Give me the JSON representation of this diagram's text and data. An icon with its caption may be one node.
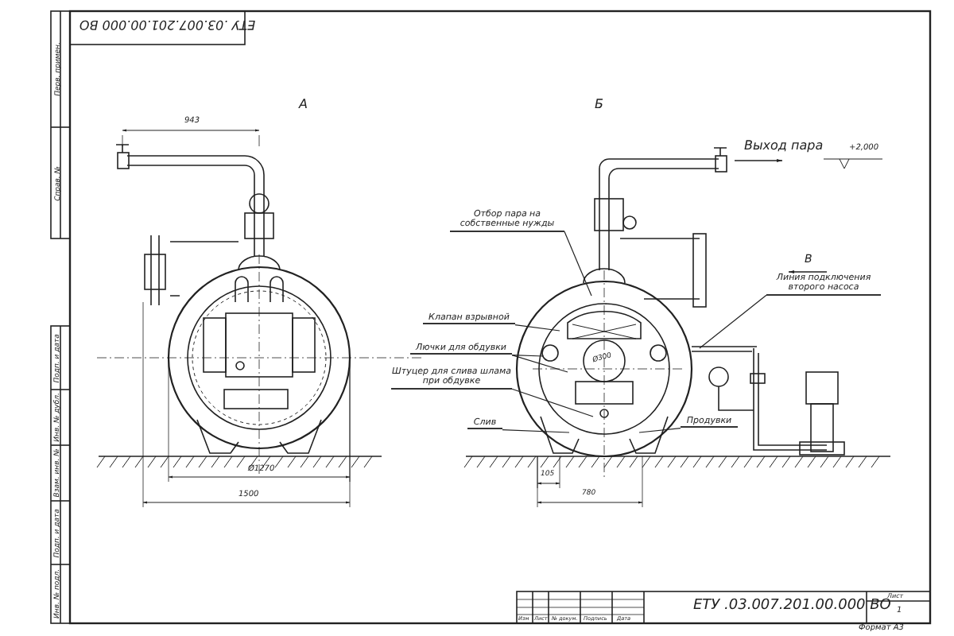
{
  "diagram": {
    "nodes": [
      {
        "text": [
          "Отбор пара на собственные нужды"
        ]
      },
      {
        "text": [
          "Клапан взрывной"
        ]
      },
      {
        "text": [
          "Лючки для обдувки"
        ]
      },
      {
        "text": [
          "Штуцер для слива шлама при обдувке"
        ]
      },
      {
        "text": [
          "Слив"
        ]
      },
      {
        "text": [
          "Продувки"
        ]
      },
      {
        "text": [
          "Линия подключения второго насоса"
        ]
      },
      {
        "text": [],
        "shape": "picture"
      },
      {
        "text": [],
        "shape": "picture"
      }
    ],
    "edges": [
      {
        "from": 0,
        "to": 7,
        "arrow": "none"
      },
      {
        "from": 1,
        "to": 7,
        "arrow": "none"
      },
      {
        "from": 2,
        "to": 7,
        "arrow": "none"
      },
      {
        "from": 2,
        "to": 7,
        "arrow": "none"
      },
      {
        "from": 3,
        "to": 7,
        "arrow": "none"
      },
      {
        "from": 4,
        "to": 7,
        "arrow": "none"
      },
      {
        "from": 5,
        "to": 7,
        "arrow": "none"
      },
      {
        "from": 6,
        "to": 8,
        "arrow": "none"
      }
    ],
    "labels": [
      "ЕТУ .03.007.201.00.000 ВО",
      "Перв. примен.",
      "Справ. №",
      "943",
      "А",
      "Б",
      "Выход пара",
      "+2,000",
      "В",
      "Ø300",
      "Ø1270",
      "1500",
      "105",
      "780",
      "Подп. и дата",
      "Инв. № дубл.",
      "Взам. инв. №",
      "Подп. и дата",
      "Инв. № подл.",
      "Изм",
      "Лист",
      "№ докум.",
      "Подпись",
      "Дата",
      "ЕТУ .03.007.201.00.000 ВО",
      "Лист",
      "1",
      "Формат А3"
    ]
  }
}
